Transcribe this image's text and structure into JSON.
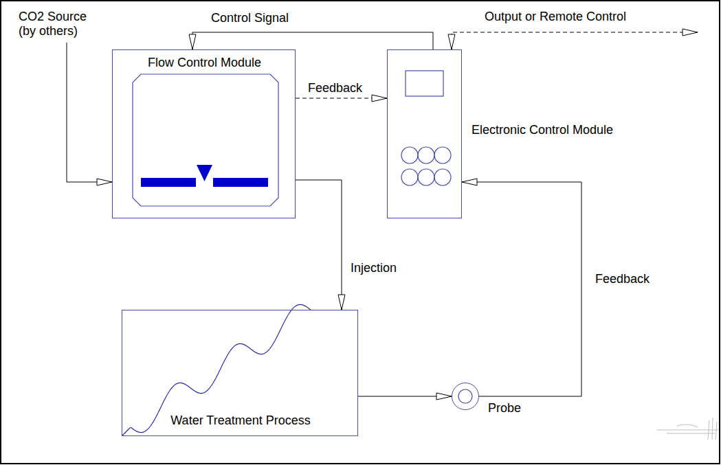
{
  "diagram": {
    "nodes": [
      {
        "text": [
          "Flow Control Module"
        ]
      },
      {
        "text": [
          "Electronic Control Module"
        ]
      },
      {
        "text": [
          "Water Treatment Process"
        ]
      },
      {
        "text": [
          "Probe"
        ]
      }
    ],
    "edges": [
      {
        "from": 1,
        "to": 0,
        "label": "Control Signal",
        "arrow": "to"
      },
      {
        "from": 0,
        "to": 1,
        "label": "Feedback",
        "arrow": "to"
      },
      {
        "from": 0,
        "to": 2,
        "label": "Injection",
        "arrow": "to"
      },
      {
        "from": 2,
        "to": 3,
        "arrow": "to"
      },
      {
        "from": 3,
        "to": 1,
        "label": "Feedback",
        "arrow": "to"
      }
    ],
    "labels": [
      "CO2 Source (by others)",
      "Output or Remote Control"
    ]
  }
}
